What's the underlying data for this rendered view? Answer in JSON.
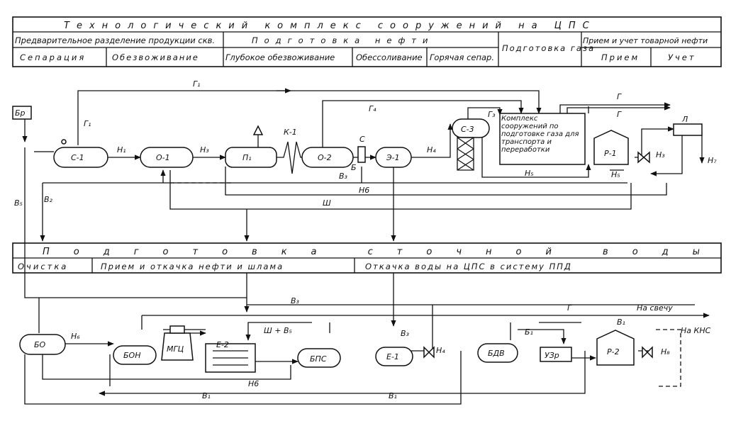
{
  "title": "Технологический комплекс сооружений на ЦПС",
  "oil_header": {
    "pre_separation": "Предварительное разделение продукции скв.",
    "separation": "Сепарация",
    "dewatering": "Обезвоживание",
    "oil_prep": "Подготовка нефти",
    "deep_dewatering": "Глубокое обезвоживание",
    "desalting": "Обессоливание",
    "hot_separation": "Горячая сепар.",
    "gas_prep": "Подготовка газа",
    "commercial_oil": "Прием и учет товарной нефти",
    "reception": "Прием",
    "metering": "Учет"
  },
  "water_header": {
    "title": "Подготовка сточной воды",
    "cleaning": "Очистка",
    "oil_sludge": "Прием и откачка нефти и шлама",
    "water_pumping": "Откачка воды на ЦПС в систему ППД"
  },
  "equipment": {
    "c1": "С-1",
    "o1": "О-1",
    "p1": "П₁",
    "k1": "К-1",
    "o2": "О-2",
    "c_mixer": "С",
    "b_pump": "Б",
    "e1": "Э-1",
    "c3": "С-3",
    "gas_complex": "Комплекс сооружений по подготовке газа для транспорта и переработки",
    "r1": "Р-1",
    "l": "Л",
    "br": "Бр",
    "bo": "БО",
    "bon": "БОН",
    "mgc": "МГЦ",
    "e2": "Е-2",
    "bps": "БПС",
    "e1w": "Е-1",
    "bdv": "БДВ",
    "uzr": "УЗр",
    "r2": "Р-2"
  },
  "flows": {
    "g1a": "Г₁",
    "g1b": "Г₁",
    "n1": "Н₁",
    "n3": "Н₃",
    "g4": "Г₄",
    "g3": "Г₃",
    "g_top": "Г",
    "g_mid": "Г",
    "n4": "Н₄",
    "b3": "В₃",
    "n6": "Н6",
    "n5": "Н₅",
    "n5b": "Н₅",
    "n3b": "Н₃",
    "n7": "Н₇",
    "b5": "В₅",
    "b2": "В₂",
    "sh": "Ш",
    "b3w": "В₃",
    "g_w": "Г",
    "to_candle": "На свечу",
    "b1a": "В₁",
    "to_kns": "На КНС",
    "n6w": "Н₆",
    "sh_b5": "Ш + В₅",
    "r3": "В₃",
    "n4w": "Н₄",
    "b1b": "Б₁",
    "n8": "Н₈",
    "n6b": "Н6",
    "b1c": "В₁",
    "b1d": "В₁"
  }
}
